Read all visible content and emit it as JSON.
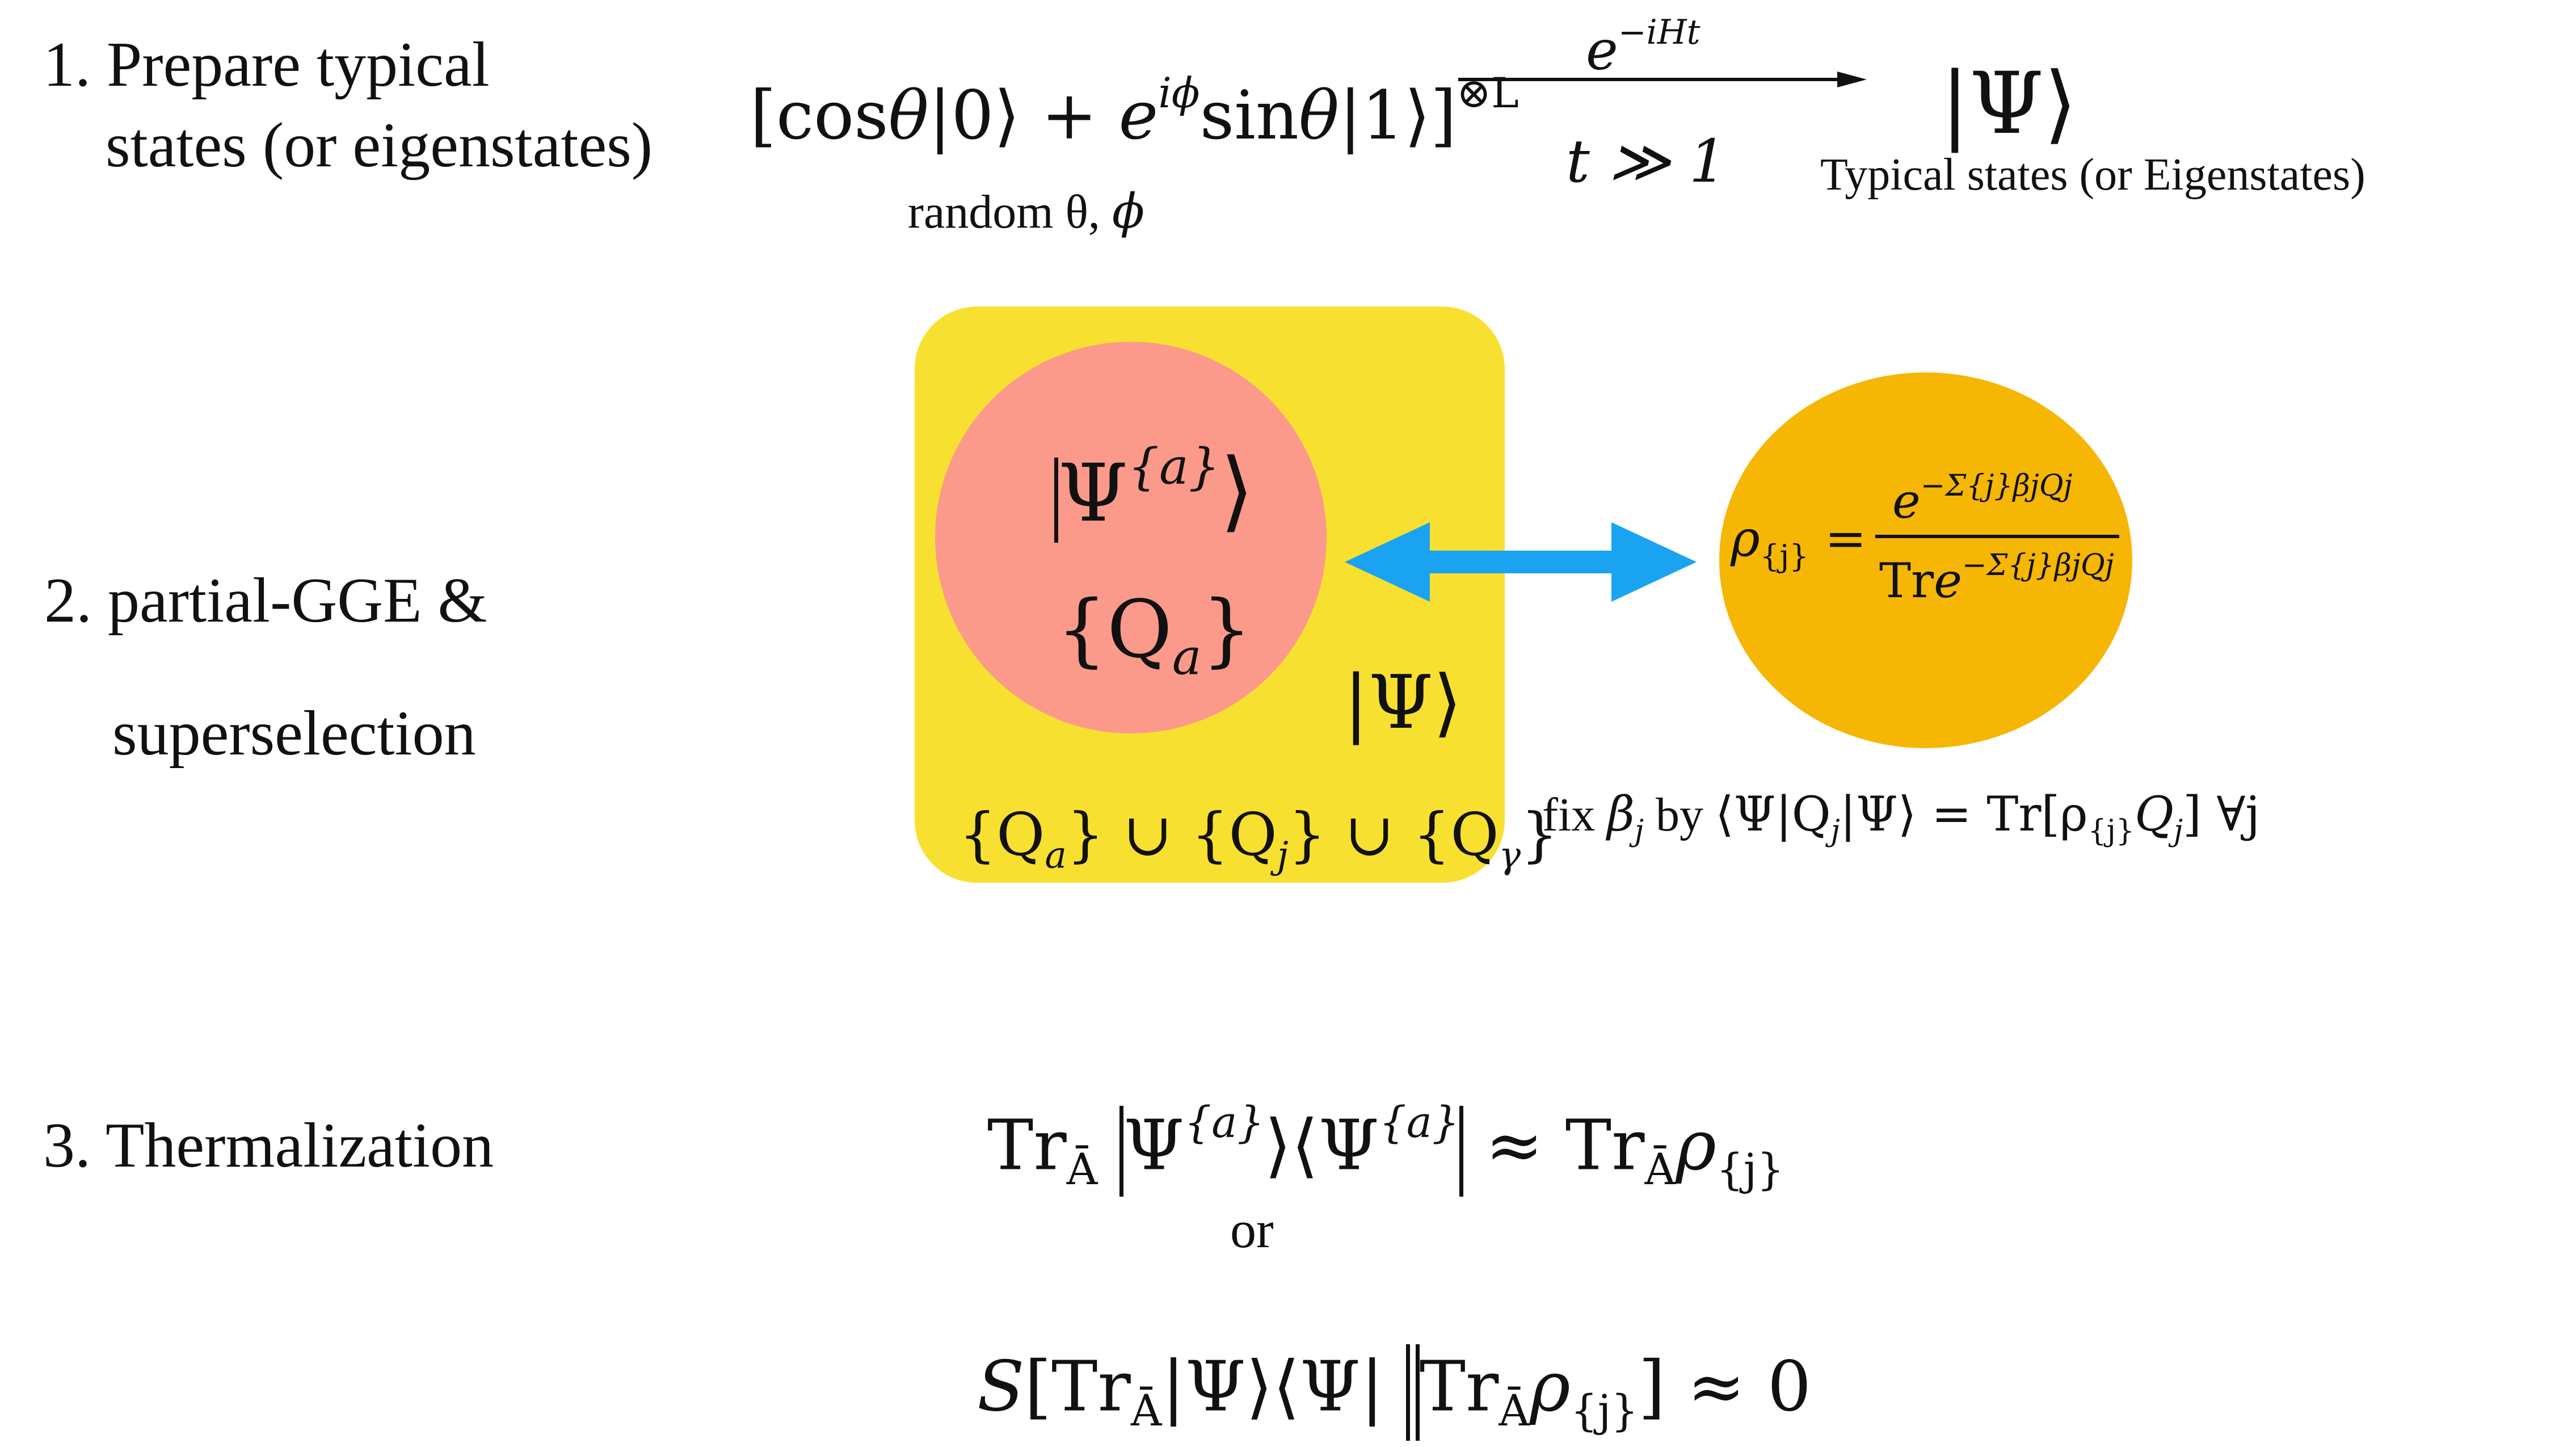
{
  "step1": {
    "line1": "1. Prepare typical",
    "line2": "states (or eigenstates)",
    "state_open": "[cos",
    "theta": "θ",
    "ket0": "|0⟩ + ",
    "e": "e",
    "exp_iphi": "iϕ",
    "sin": "sin",
    "ket1": "|1⟩]",
    "tensor_L": "⊗L",
    "random_label": "random θ, ",
    "phi": "ϕ",
    "evolution": "e",
    "evolution_exp": "−iHt",
    "time_cond": "t ≫ 1",
    "psi": "|Ψ⟩",
    "psi_caption": "Typical states (or Eigenstates)"
  },
  "step2": {
    "line1": "2. partial-GGE &",
    "line2": "superselection",
    "psi_a": "Ψ",
    "psi_a_sup": "{a}",
    "q_a_set": "{Q",
    "q_a_sub": "a",
    "q_a_close": "}",
    "psi": "|Ψ⟩",
    "charges_qa": "{Q",
    "charges_qa_sub": "a",
    "charges_mid1": "} ∪ {Q",
    "charges_qj_sub": "j",
    "charges_mid2": "} ∪ {Q",
    "charges_qg_sub": "γ",
    "charges_close": "}",
    "rho": "ρ",
    "rho_sub": "{j}",
    "equals": "=",
    "num_e": "e",
    "num_exp": "−Σ{j}βjQj",
    "den_tr": "Tr",
    "den_e": "e",
    "den_exp": "−Σ{j}βjQj",
    "fix_text": "fix ",
    "beta": "β",
    "beta_sub": "j",
    "by_text": " by ",
    "condition": "⟨Ψ|Q",
    "cond_sub": "j",
    "condition_rest": "|Ψ⟩ = Tr[ρ",
    "cond_rho_sub": "{j}",
    "cond_q": "Q",
    "cond_q_sub": "j",
    "cond_close": "]  ∀j"
  },
  "step3": {
    "heading": "3. Thermalization",
    "tr": "Tr",
    "tr_sub": "Ā",
    "psi": "Ψ",
    "psi_sup": "{a}",
    "approx": "≈ Tr",
    "rho": "ρ",
    "rho_sub": "{j}",
    "or": "or",
    "s": "S",
    "s_open": "[Tr",
    "s_psi": "|Ψ⟩⟨Ψ|",
    "s_tr": "Tr",
    "s_close": "] ≈ 0"
  },
  "colors": {
    "yellow_box": "#f8e030",
    "pink_circle": "#fb9a8a",
    "orange_circle": "#f5b604",
    "arrow": "#1aa3f0"
  }
}
